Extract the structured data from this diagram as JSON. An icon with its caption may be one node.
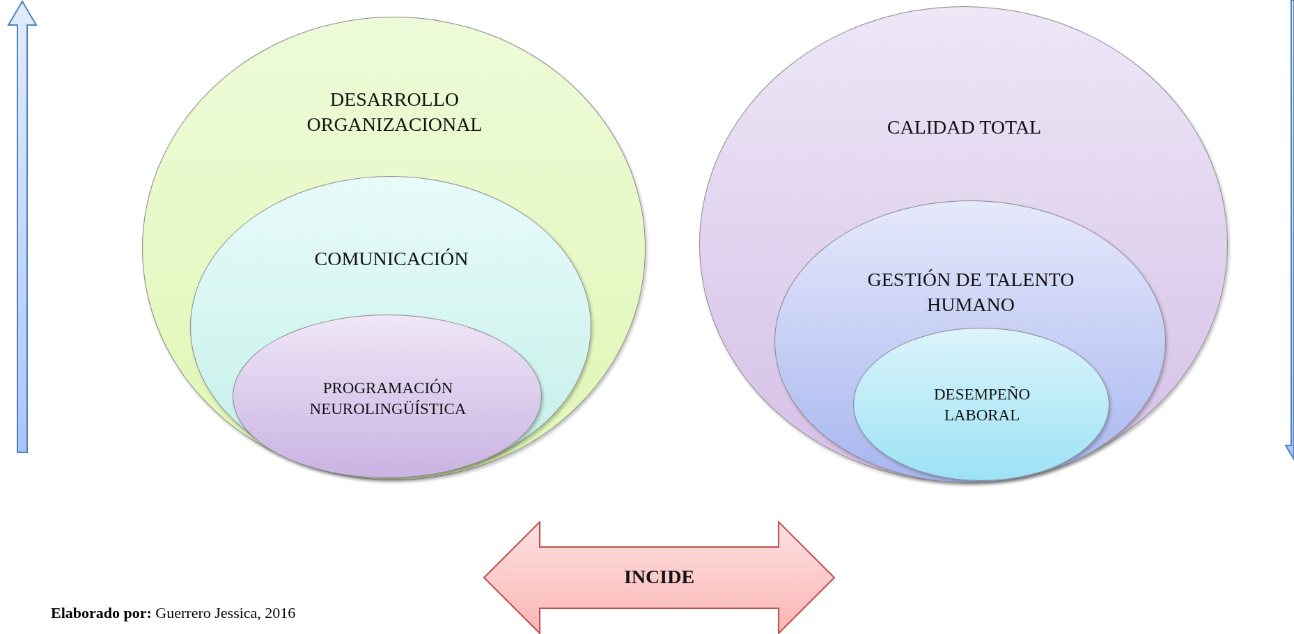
{
  "diagram": {
    "caption": "**Elaborado por:** Guerrero Jessica, 2016",
    "nodes": [
      {
        "text": [
          "DESARROLLO ORGANIZACIONAL"
        ]
      },
      {
        "text": [
          "COMUNICACIÓN"
        ],
        "in": 0
      },
      {
        "text": [
          "PROGRAMACIÓN NEUROLINGÜÍSTICA"
        ],
        "in": 1
      },
      {
        "text": [
          "CALIDAD TOTAL"
        ]
      },
      {
        "text": [
          "GESTIÓN DE TALENTO HUMANO"
        ],
        "in": 3
      },
      {
        "text": [
          "DESEMPEÑO LABORAL"
        ],
        "in": 4
      },
      {
        "text": [
          "INCIDE"
        ]
      }
    ],
    "edges": []
  }
}
